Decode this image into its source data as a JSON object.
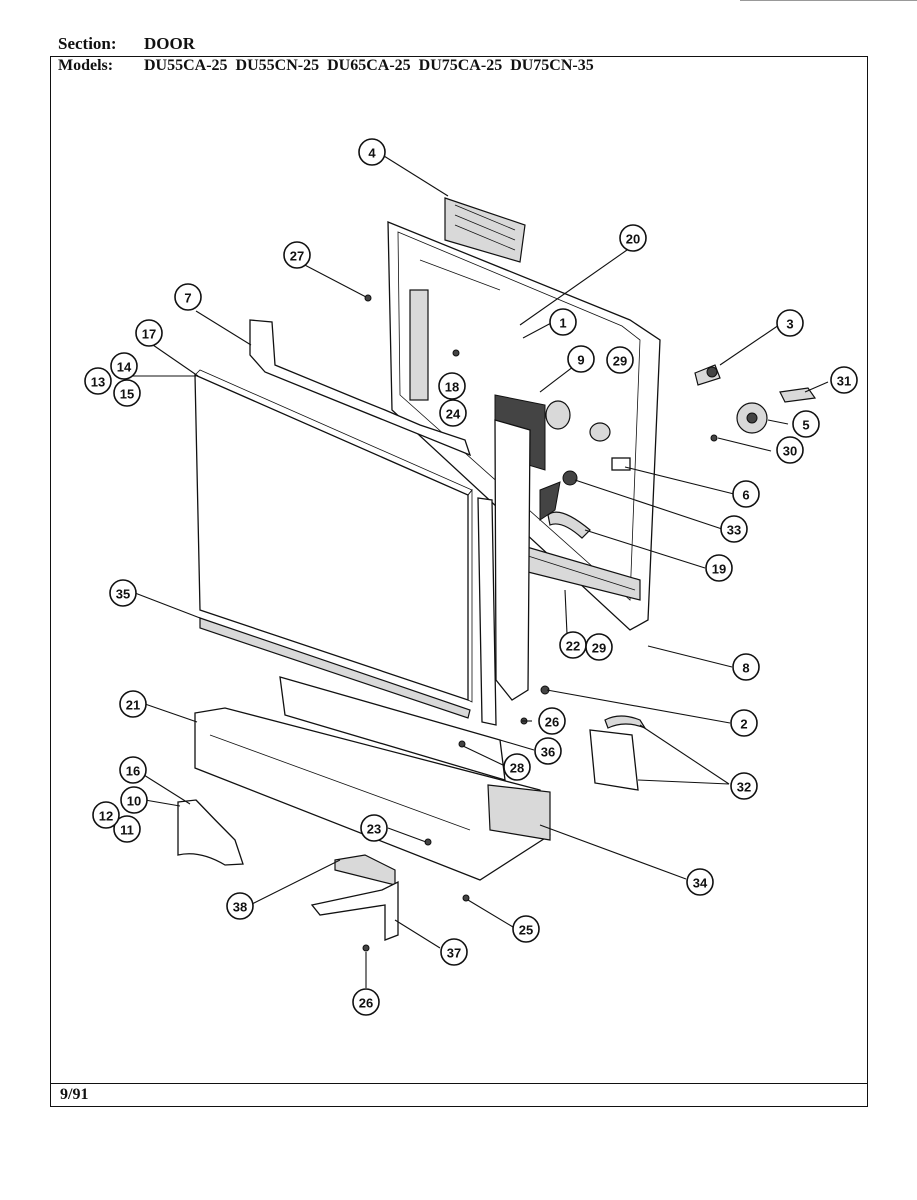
{
  "header": {
    "section_label": "Section:",
    "section_value": "DOOR",
    "models_label": "Models:",
    "models_value": "DU55CA-25  DU55CN-25  DU65CA-25  DU75CA-25  DU75CN-35"
  },
  "footer": {
    "date": "9/91"
  },
  "callouts": [
    {
      "id": "c1",
      "label": "1"
    },
    {
      "id": "c2",
      "label": "2"
    },
    {
      "id": "c3",
      "label": "3"
    },
    {
      "id": "c4",
      "label": "4"
    },
    {
      "id": "c5",
      "label": "5"
    },
    {
      "id": "c6",
      "label": "6"
    },
    {
      "id": "c7",
      "label": "7"
    },
    {
      "id": "c8",
      "label": "8"
    },
    {
      "id": "c9",
      "label": "9"
    },
    {
      "id": "c10",
      "label": "10"
    },
    {
      "id": "c11",
      "label": "11"
    },
    {
      "id": "c12",
      "label": "12"
    },
    {
      "id": "c13",
      "label": "13"
    },
    {
      "id": "c14",
      "label": "14"
    },
    {
      "id": "c15",
      "label": "15"
    },
    {
      "id": "c16",
      "label": "16"
    },
    {
      "id": "c17",
      "label": "17"
    },
    {
      "id": "c18",
      "label": "18"
    },
    {
      "id": "c19",
      "label": "19"
    },
    {
      "id": "c20",
      "label": "20"
    },
    {
      "id": "c21",
      "label": "21"
    },
    {
      "id": "c22",
      "label": "22"
    },
    {
      "id": "c23",
      "label": "23"
    },
    {
      "id": "c24",
      "label": "24"
    },
    {
      "id": "c25",
      "label": "25"
    },
    {
      "id": "c26a",
      "label": "26"
    },
    {
      "id": "c26b",
      "label": "26"
    },
    {
      "id": "c27",
      "label": "27"
    },
    {
      "id": "c28",
      "label": "28"
    },
    {
      "id": "c29a",
      "label": "29"
    },
    {
      "id": "c29b",
      "label": "29"
    },
    {
      "id": "c30",
      "label": "30"
    },
    {
      "id": "c31",
      "label": "31"
    },
    {
      "id": "c32",
      "label": "32"
    },
    {
      "id": "c33",
      "label": "33"
    },
    {
      "id": "c34",
      "label": "34"
    },
    {
      "id": "c35",
      "label": "35"
    },
    {
      "id": "c36",
      "label": "36"
    },
    {
      "id": "c37",
      "label": "37"
    },
    {
      "id": "c38",
      "label": "38"
    }
  ]
}
